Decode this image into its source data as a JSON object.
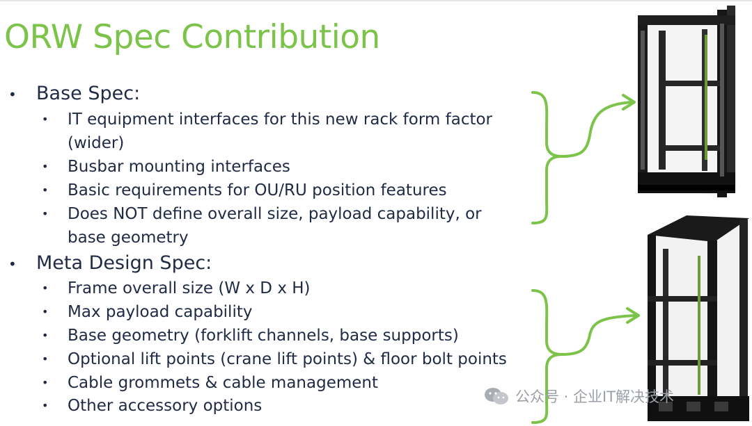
{
  "title": "ORW Spec Contribution",
  "sections": [
    {
      "heading": "Base Spec:",
      "items": [
        "IT equipment interfaces for this new rack form factor",
        "(wider)",
        "Busbar mounting interfaces",
        "Basic requirements for OU/RU position features",
        "Does NOT define overall size, payload capability, or",
        "base geometry"
      ]
    },
    {
      "heading": "Meta Design Spec:",
      "items": [
        "Frame overall size (W x D x H)",
        "Max payload capability",
        "Base geometry (forklift channels, base supports)",
        "Optional lift points (crane lift points) & floor bolt points",
        "Cable grommets & cable management",
        "Other accessory options"
      ]
    }
  ],
  "watermark": "公众号 · 企业IT解决技术",
  "colors": {
    "title": "#7cc34a",
    "text": "#1f2a44",
    "brace": "#7cc34a"
  }
}
